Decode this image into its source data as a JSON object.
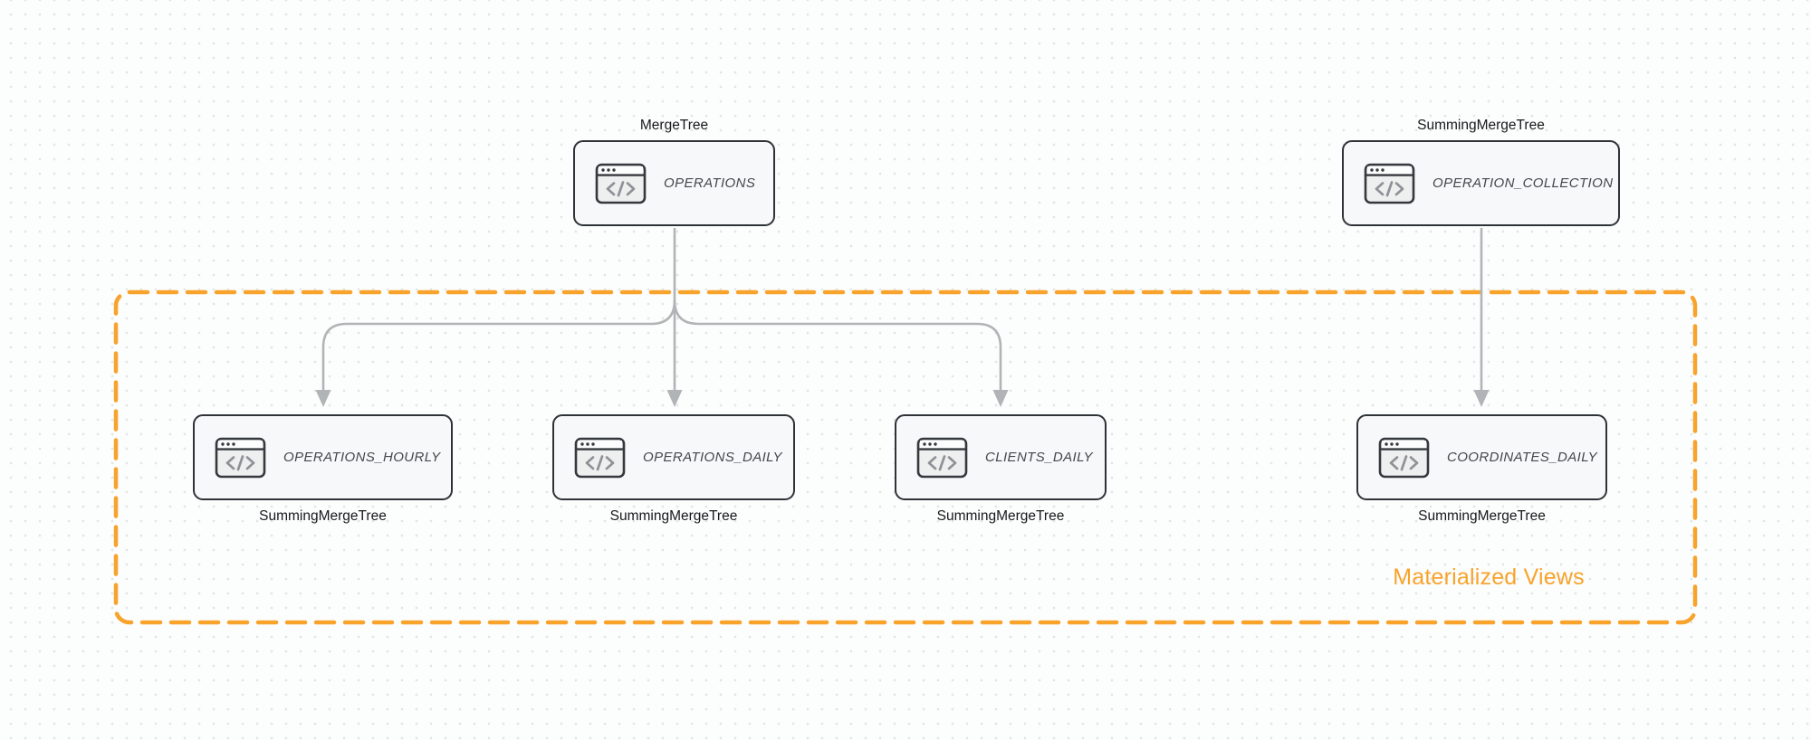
{
  "diagram": {
    "type": "flowchart",
    "group_label": "Materialized Views",
    "colors": {
      "accent_orange": "#F8A32B",
      "arrow_gray": "#B1B4B6",
      "node_border": "#2E3338",
      "node_fill": "#F7F8F9",
      "title_text": "#43484C",
      "engine_text": "#17191B"
    },
    "nodes": [
      {
        "id": "operations",
        "title": "OPERATIONS",
        "engine": "MergeTree",
        "engine_position": "above",
        "icon": "code-window-icon"
      },
      {
        "id": "operation-collection",
        "title": "OPERATION_COLLECTION",
        "engine": "SummingMergeTree",
        "engine_position": "above",
        "icon": "code-window-icon"
      },
      {
        "id": "operations-hourly",
        "title": "OPERATIONS_HOURLY",
        "engine": "SummingMergeTree",
        "engine_position": "below",
        "icon": "code-window-icon"
      },
      {
        "id": "operations-daily",
        "title": "OPERATIONS_DAILY",
        "engine": "SummingMergeTree",
        "engine_position": "below",
        "icon": "code-window-icon"
      },
      {
        "id": "clients-daily",
        "title": "CLIENTS_DAILY",
        "engine": "SummingMergeTree",
        "engine_position": "below",
        "icon": "code-window-icon"
      },
      {
        "id": "coordinates-daily",
        "title": "COORDINATES_DAILY",
        "engine": "SummingMergeTree",
        "engine_position": "below",
        "icon": "code-window-icon"
      }
    ],
    "edges": [
      {
        "from": "OPERATIONS",
        "to": "OPERATIONS_HOURLY"
      },
      {
        "from": "OPERATIONS",
        "to": "OPERATIONS_DAILY"
      },
      {
        "from": "OPERATIONS",
        "to": "CLIENTS_DAILY"
      },
      {
        "from": "OPERATION_COLLECTION",
        "to": "COORDINATES_DAILY"
      }
    ]
  }
}
